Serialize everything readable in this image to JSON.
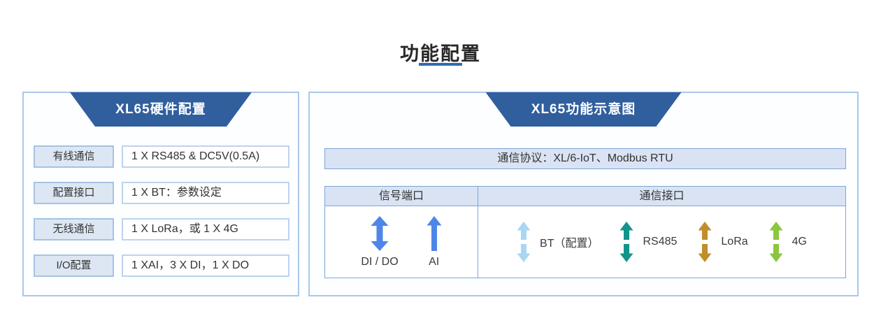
{
  "page": {
    "title": "功能配置"
  },
  "left_panel": {
    "header": "XL65硬件配置",
    "rows": [
      {
        "label": "有线通信",
        "value": "1 X RS485 & DC5V(0.5A)"
      },
      {
        "label": "配置接口",
        "value": "1 X BT：参数设定"
      },
      {
        "label": "无线通信",
        "value": "1 X LoRa，或 1 X 4G"
      },
      {
        "label": "I/O配置",
        "value": "1 XAI，3 X DI，1 X DO"
      }
    ]
  },
  "right_panel": {
    "header": "XL65功能示意图",
    "protocol_bar": "通信协议：XL/6-IoT、Modbus RTU",
    "table": {
      "columns": [
        "信号端口",
        "通信接口"
      ],
      "signal_ports": [
        {
          "label": "DI / DO",
          "arrow": "double-vertical",
          "color": "#4d86e8"
        },
        {
          "label": "AI",
          "arrow": "up",
          "color": "#4d86e8"
        }
      ],
      "interfaces": [
        {
          "label": "BT（配置）",
          "arrow": "split-double",
          "color": "#a9d6f5"
        },
        {
          "label": "RS485",
          "arrow": "split-double",
          "color": "#12948c"
        },
        {
          "label": "LoRa",
          "arrow": "split-double",
          "color": "#c18e2b"
        },
        {
          "label": "4G",
          "arrow": "split-double",
          "color": "#8cc53f"
        }
      ]
    }
  },
  "colors": {
    "accent_header": "#315f9e",
    "title_underline": "#2e6cb2",
    "panel_border": "#aac7e9",
    "table_border": "#7fa5d6",
    "cell_bg": "#d9e3f3"
  }
}
